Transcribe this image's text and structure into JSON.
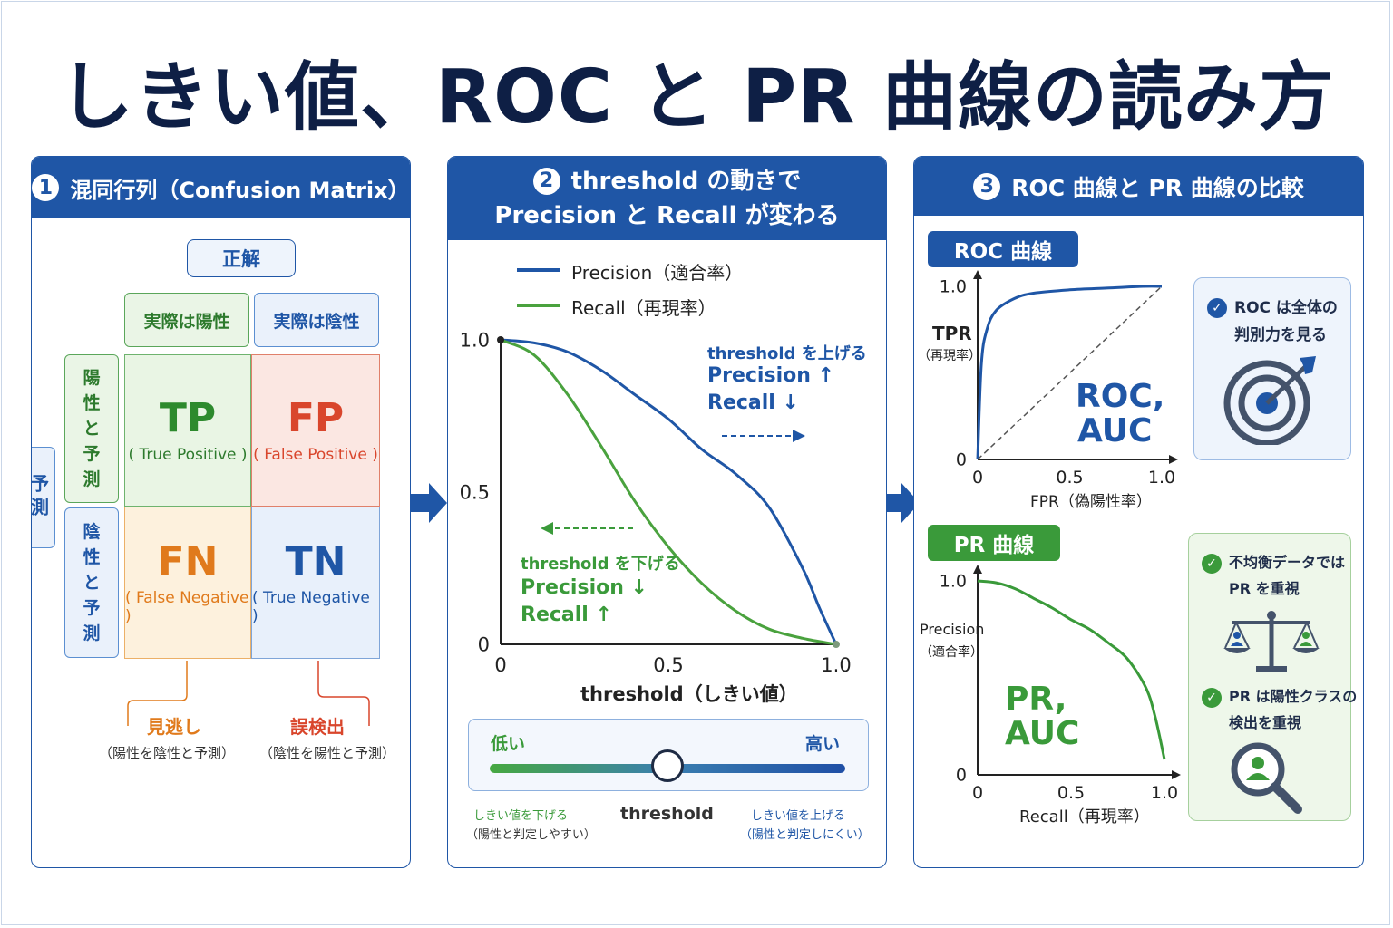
{
  "title": "しきい値、ROC と PR 曲線の読み方",
  "panel1": {
    "number": "1",
    "heading": "混同行列（Confusion Matrix）",
    "truth_label": "正解",
    "actual_pos": "実際は陽性",
    "actual_neg": "実際は陰性",
    "pred_label": "予測",
    "pred_pos": "陽性と予測",
    "pred_neg": "陰性と予測",
    "cells": {
      "tp": {
        "abbr": "TP",
        "name": "( True Positive )"
      },
      "fp": {
        "abbr": "FP",
        "name": "( False Positive )"
      },
      "fn": {
        "abbr": "FN",
        "name": "( False Negative )"
      },
      "tn": {
        "abbr": "TN",
        "name": "( True Negative )"
      }
    },
    "miss_label": "見逃し",
    "miss_desc": "（陽性を陰性と予測）",
    "false_alarm_label": "誤検出",
    "false_alarm_desc": "（陰性を陽性と予測）"
  },
  "panel2": {
    "number": "2",
    "heading_line1": "threshold の動きで",
    "heading_line2": "Precision と Recall が変わる",
    "legend_precision": "Precision（適合率）",
    "legend_recall": "Recall（再現率）",
    "raise_title": "threshold を上げる",
    "raise_precision": "Precision ↑",
    "raise_recall": "Recall ↓",
    "lower_title": "threshold を下げる",
    "lower_precision": "Precision ↓",
    "lower_recall": "Recall ↑",
    "xlabel": "threshold（しきい値）",
    "slider_low": "低い",
    "slider_high": "高い",
    "slider_value": 0.5,
    "slider_label": "threshold",
    "slider_left_caption1": "しきい値を下げる",
    "slider_left_caption2": "（陽性と判定しやすい）",
    "slider_right_caption1": "しきい値を上げる",
    "slider_right_caption2": "（陽性と判定しにくい）"
  },
  "panel3": {
    "number": "3",
    "heading": "ROC 曲線と PR 曲線の比較",
    "roc_pill": "ROC 曲線",
    "roc_ylabel1": "TPR",
    "roc_ylabel2": "（再現率）",
    "roc_xlabel": "FPR（偽陽性率）",
    "roc_big1": "ROC,",
    "roc_big2": "AUC",
    "roc_note1": "ROC は全体の",
    "roc_note2": "判別力を見る",
    "pr_pill": "PR 曲線",
    "pr_ylabel1": "Precision",
    "pr_ylabel2": "（適合率）",
    "pr_xlabel": "Recall（再現率）",
    "pr_big1": "PR,",
    "pr_big2": "AUC",
    "pr_note1a": "不均衡データでは",
    "pr_note1b": "PR を重視",
    "pr_note2a": "PR は陽性クラスの",
    "pr_note2b": "検出を重視"
  },
  "colors": {
    "navy": "#0e1f45",
    "blue": "#1f56a6",
    "green": "#3a9a3a",
    "red": "#d9462c",
    "orange": "#e07a1c"
  },
  "chart_data": [
    {
      "type": "line",
      "title": "",
      "xlabel": "threshold（しきい値）",
      "ylabel": "",
      "xlim": [
        0,
        1
      ],
      "ylim": [
        0,
        1
      ],
      "x_ticks": [
        "0",
        "0.5",
        "1.0"
      ],
      "y_ticks": [
        "0",
        "0.5",
        "1.0"
      ],
      "series": [
        {
          "name": "Precision（適合率）",
          "x": [
            0,
            0.1,
            0.2,
            0.3,
            0.4,
            0.5,
            0.6,
            0.7,
            0.8,
            0.9,
            0.95,
            1.0
          ],
          "y": [
            1.0,
            0.99,
            0.96,
            0.9,
            0.82,
            0.74,
            0.64,
            0.56,
            0.45,
            0.25,
            0.12,
            0.0
          ]
        },
        {
          "name": "Recall（再現率）",
          "x": [
            0,
            0.1,
            0.2,
            0.3,
            0.4,
            0.5,
            0.6,
            0.7,
            0.8,
            0.9,
            1.0
          ],
          "y": [
            1.0,
            0.95,
            0.82,
            0.65,
            0.47,
            0.32,
            0.2,
            0.11,
            0.05,
            0.02,
            0.0
          ]
        }
      ]
    },
    {
      "type": "line",
      "title": "",
      "xlabel": "FPR（偽陽性率）",
      "ylabel": "TPR（再現率）",
      "xlim": [
        0,
        1
      ],
      "ylim": [
        0,
        1
      ],
      "x_ticks": [
        "0",
        "0.5",
        "1.0"
      ],
      "y_ticks": [
        "0",
        "1.0"
      ],
      "series": [
        {
          "name": "",
          "x": [
            0,
            0.02,
            0.05,
            0.1,
            0.2,
            0.3,
            0.5,
            0.7,
            0.9,
            1.0
          ],
          "y": [
            0,
            0.55,
            0.75,
            0.86,
            0.93,
            0.96,
            0.98,
            0.99,
            1.0,
            1.0
          ]
        },
        {
          "name": "",
          "x": [
            0,
            1
          ],
          "y": [
            0,
            1
          ],
          "style": "dashed"
        }
      ]
    },
    {
      "type": "line",
      "title": "",
      "xlabel": "Recall（再現率）",
      "ylabel": "Precision（適合率）",
      "xlim": [
        0,
        1
      ],
      "ylim": [
        0,
        1
      ],
      "x_ticks": [
        "0",
        "0.5",
        "1.0"
      ],
      "y_ticks": [
        "0",
        "1.0"
      ],
      "series": [
        {
          "name": "",
          "x": [
            0,
            0.1,
            0.2,
            0.3,
            0.4,
            0.5,
            0.6,
            0.7,
            0.8,
            0.9,
            0.95,
            1.0
          ],
          "y": [
            1.0,
            0.99,
            0.96,
            0.91,
            0.86,
            0.8,
            0.75,
            0.68,
            0.6,
            0.45,
            0.3,
            0.08
          ]
        }
      ]
    }
  ]
}
